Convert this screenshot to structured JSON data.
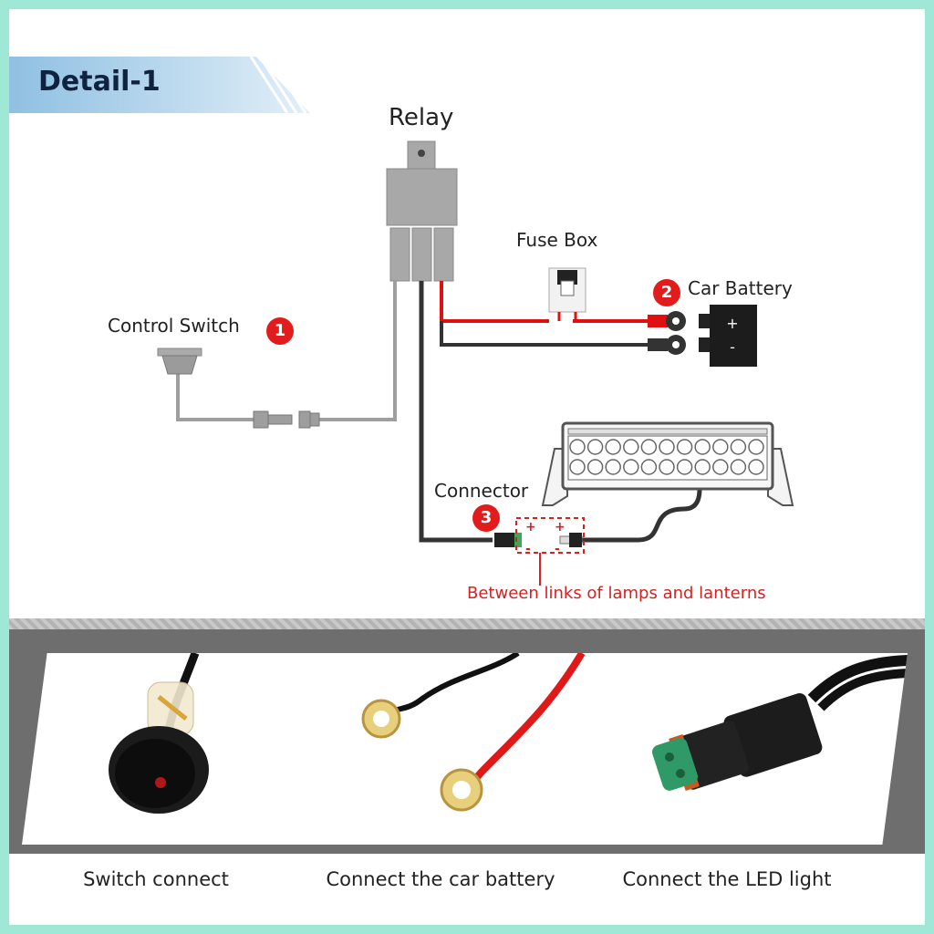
{
  "banner": {
    "title": "Detail-1"
  },
  "diagram": {
    "relay_label": "Relay",
    "fuse_box_label": "Fuse Box",
    "car_battery_label": "Car Battery",
    "control_switch_label": "Control Switch",
    "connector_label": "Connector",
    "between_note": "Between links of lamps and lanterns",
    "badges": [
      "1",
      "2",
      "3"
    ],
    "battery_terminals": {
      "positive": "+",
      "negative": "-"
    },
    "connector_signs": [
      "+",
      "+",
      "-",
      "-"
    ],
    "wire_colors": {
      "positive": "#e01010",
      "ground": "#333333",
      "switch": "#9e9e9e"
    }
  },
  "photos": [
    {
      "caption": "Switch connect"
    },
    {
      "caption": "Connect the car battery"
    },
    {
      "caption": "Connect the LED light"
    }
  ],
  "colors": {
    "frame": "#9fe8d6",
    "badge": "#e21c1c",
    "note_red": "#d82020",
    "panel_gray": "#6e6e6e"
  }
}
